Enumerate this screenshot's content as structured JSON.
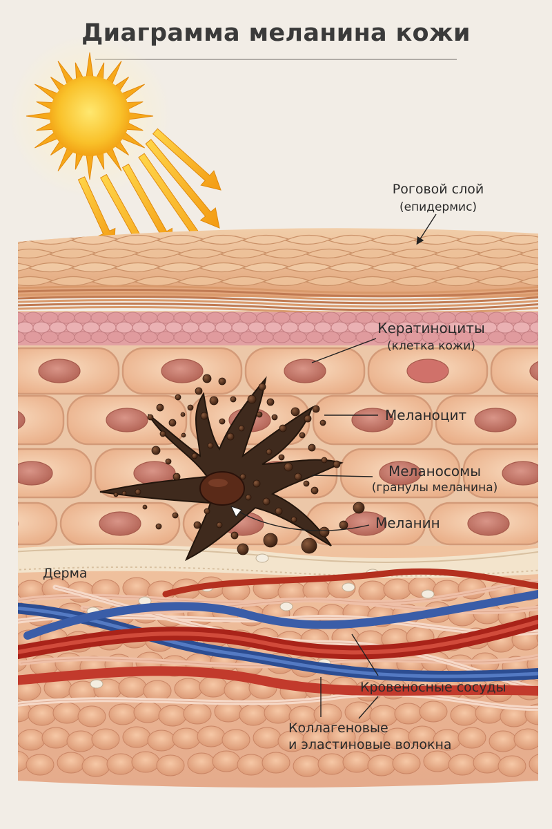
{
  "title": "Диаграмма меланина кожи",
  "labels": {
    "stratum_corneum": "Роговой слой",
    "stratum_corneum_sub": "(епидермис)",
    "keratinocytes": "Кератиноциты",
    "keratinocytes_sub": "(клетка кожи)",
    "melanocyte": "Меланоцит",
    "melanosomes": "Меланосомы",
    "melanosomes_sub": "(гранулы меланина)",
    "melanin": "Меланин",
    "dermis": "Дерма",
    "blood_vessels": "Кровеносные сосуды",
    "fibers_line1": "Коллагеновые",
    "fibers_line2": "и эластиновые волокна"
  },
  "colors": {
    "background": "#f2ede6",
    "sun": "#f7b21b",
    "corneum": "#e9b98d",
    "granular": "#e6a3a3",
    "keratinocyte": "#f4c9a5",
    "nucleus": "#c9796a",
    "melanocyte": "#3f2a1d",
    "melanin": "#5a3220",
    "dermis": "#eab490",
    "artery": "#c8352b",
    "vein": "#3a5da8"
  },
  "icons": [
    "sun-icon"
  ]
}
